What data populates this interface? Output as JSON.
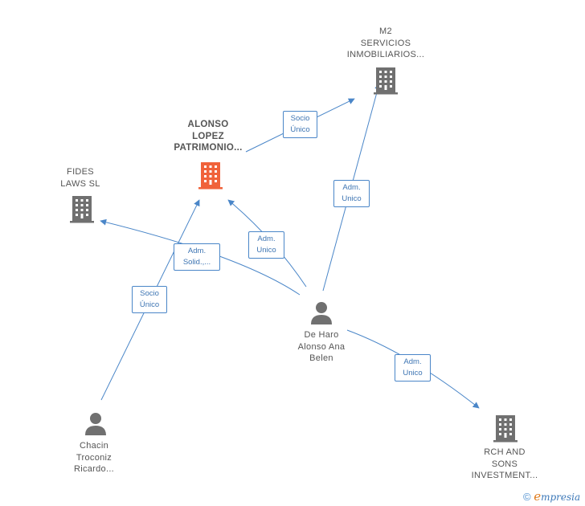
{
  "colors": {
    "edge": "#4a86c8",
    "building": "#707070",
    "building_main": "#f0623a",
    "person": "#707070"
  },
  "nodes": {
    "m2": {
      "lines": [
        "M2",
        "SERVICIOS",
        "INMOBILIARIOS..."
      ],
      "icon": "building-icon"
    },
    "alonso": {
      "lines": [
        "ALONSO",
        "LOPEZ",
        "PATRIMONIO..."
      ],
      "icon": "building-icon"
    },
    "fides": {
      "lines": [
        "FIDES",
        "LAWS  SL"
      ],
      "icon": "building-icon"
    },
    "deharo": {
      "lines": [
        "De Haro",
        "Alonso Ana",
        "Belen"
      ],
      "icon": "person-icon"
    },
    "chacin": {
      "lines": [
        "Chacin",
        "Troconiz",
        "Ricardo..."
      ],
      "icon": "person-icon"
    },
    "rch": {
      "lines": [
        "RCH AND",
        "SONS",
        "INVESTMENT..."
      ],
      "icon": "building-icon"
    }
  },
  "edges": {
    "alonso_m2": [
      "Socio",
      "Único"
    ],
    "deharo_m2": [
      "Adm.",
      "Unico"
    ],
    "deharo_alonso": [
      "Adm.",
      "Unico"
    ],
    "deharo_fides": [
      "Adm.",
      "Solid.,..."
    ],
    "chacin_alonso": [
      "Socio",
      "Único"
    ],
    "deharo_rch": [
      "Adm.",
      "Unico"
    ]
  },
  "brand": {
    "copyright": "©",
    "e": "e",
    "rest": "mpresia"
  }
}
